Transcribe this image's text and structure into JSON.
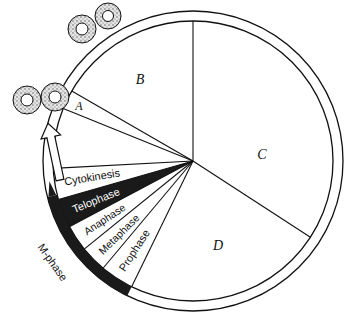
{
  "diagram": {
    "labels": [
      "B",
      "A",
      "C",
      "D",
      "Cytokinesis",
      "Telophase",
      "Anaphase",
      "Metaphase",
      "Prophase",
      "M-phase"
    ]
  }
}
